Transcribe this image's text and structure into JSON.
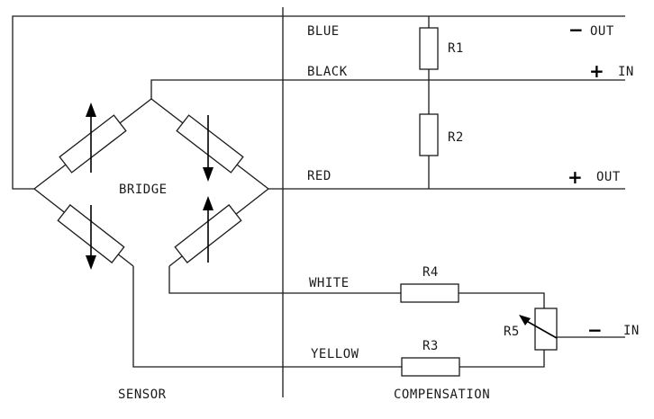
{
  "wires": {
    "blue": "BLUE",
    "black": "BLACK",
    "red": "RED",
    "white": "WHITE",
    "yellow": "YELLOW"
  },
  "resistors": {
    "r1": "R1",
    "r2": "R2",
    "r3": "R3",
    "r4": "R4",
    "r5": "R5"
  },
  "terminals": {
    "out_neg": {
      "sign": "−",
      "label": "OUT"
    },
    "in_pos": {
      "sign": "+",
      "label": "IN"
    },
    "out_pos": {
      "sign": "+",
      "label": "OUT"
    },
    "in_neg": {
      "sign": "−",
      "label": "IN"
    }
  },
  "sections": {
    "bridge": "BRIDGE",
    "sensor": "SENSOR",
    "compensation": "COMPENSATION"
  }
}
